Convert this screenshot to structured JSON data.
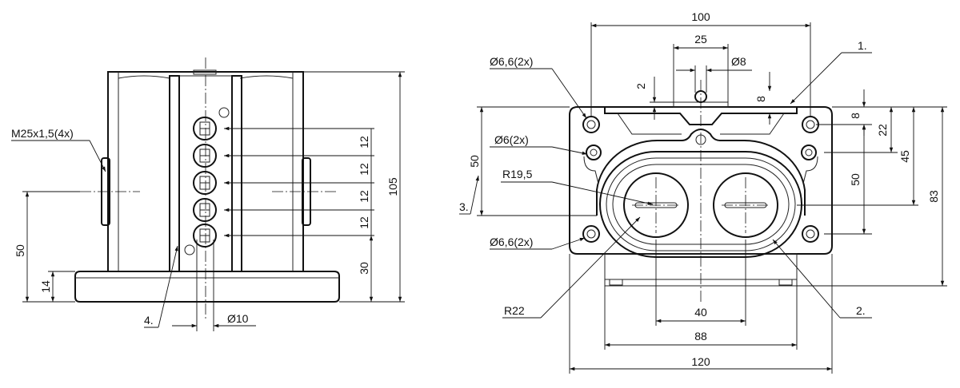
{
  "side_view": {
    "thread_label": "M25x1,5(4x)",
    "item_4": "4.",
    "dim_50": "50",
    "dim_14": "14",
    "dim_12a": "12",
    "dim_12b": "12",
    "dim_12c": "12",
    "dim_12d": "12",
    "dim_30": "30",
    "dim_105": "105",
    "dim_dia10": "Ø10"
  },
  "front_view": {
    "dim_100": "100",
    "dim_25": "25",
    "dim_dia8": "Ø8",
    "dim_2": "2",
    "dim_8a": "8",
    "dim_8b": "8",
    "dim_22": "22",
    "dim_45": "45",
    "dim_50_right": "50",
    "dim_83": "83",
    "dim_50_left": "50",
    "dim_40": "40",
    "dim_88": "88",
    "dim_120": "120",
    "hole_top": "Ø6,6(2x)",
    "hole_mid": "Ø6(2x)",
    "hole_bottom": "Ø6,6(2x)",
    "radius_inner": "R19,5",
    "radius_outer": "R22",
    "item_1": "1.",
    "item_2": "2.",
    "item_3": "3."
  }
}
